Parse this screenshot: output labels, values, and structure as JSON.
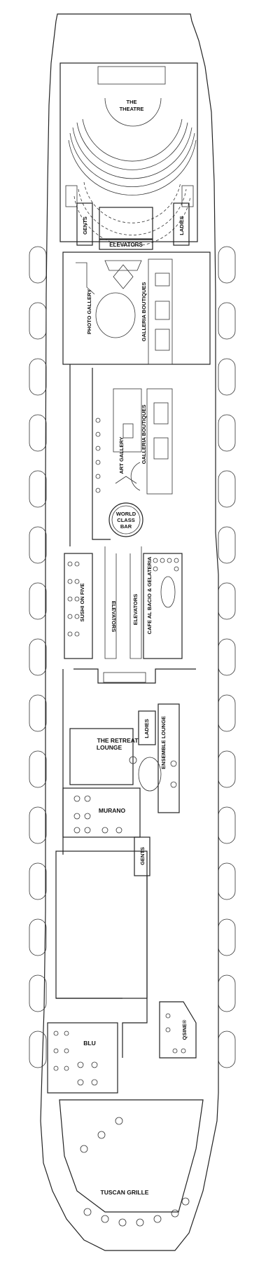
{
  "deck": {
    "labels": {
      "theatre_line1": "THE",
      "theatre_line2": "THEATRE",
      "gents_fwd": "GENTS",
      "ladies_fwd": "LADIES",
      "elevators_fwd": "ELEVATORS",
      "photo_gallery": "PHOTO GALLERY",
      "galleria_boutiques_1": "GALLERIA BOUTIQUES",
      "galleria_boutiques_2": "GALLERIA BOUTIQUES",
      "art_gallery": "ART GALLERY",
      "world_class_bar_1": "WORLD",
      "world_class_bar_2": "CLASS",
      "world_class_bar_3": "BAR",
      "sushi_on_five": "SUSHI ON FIVE",
      "elevators_mid_left": "ELEVATORS",
      "elevators_mid_right": "ELEVATORS",
      "cafe_al_bacio": "CAFE AL BACIO & GELATERIA",
      "ladies_aft": "LADIES",
      "ensemble_lounge": "ENSEMBLE LOUNGE",
      "retreat_lounge_1": "THE RETREAT",
      "retreat_lounge_2": "LOUNGE",
      "murano": "MURANO",
      "gents_aft": "GENTS",
      "qsine": "QSINE®",
      "blu": "BLU",
      "tuscan_grille": "TUSCAN GRILLE"
    }
  }
}
